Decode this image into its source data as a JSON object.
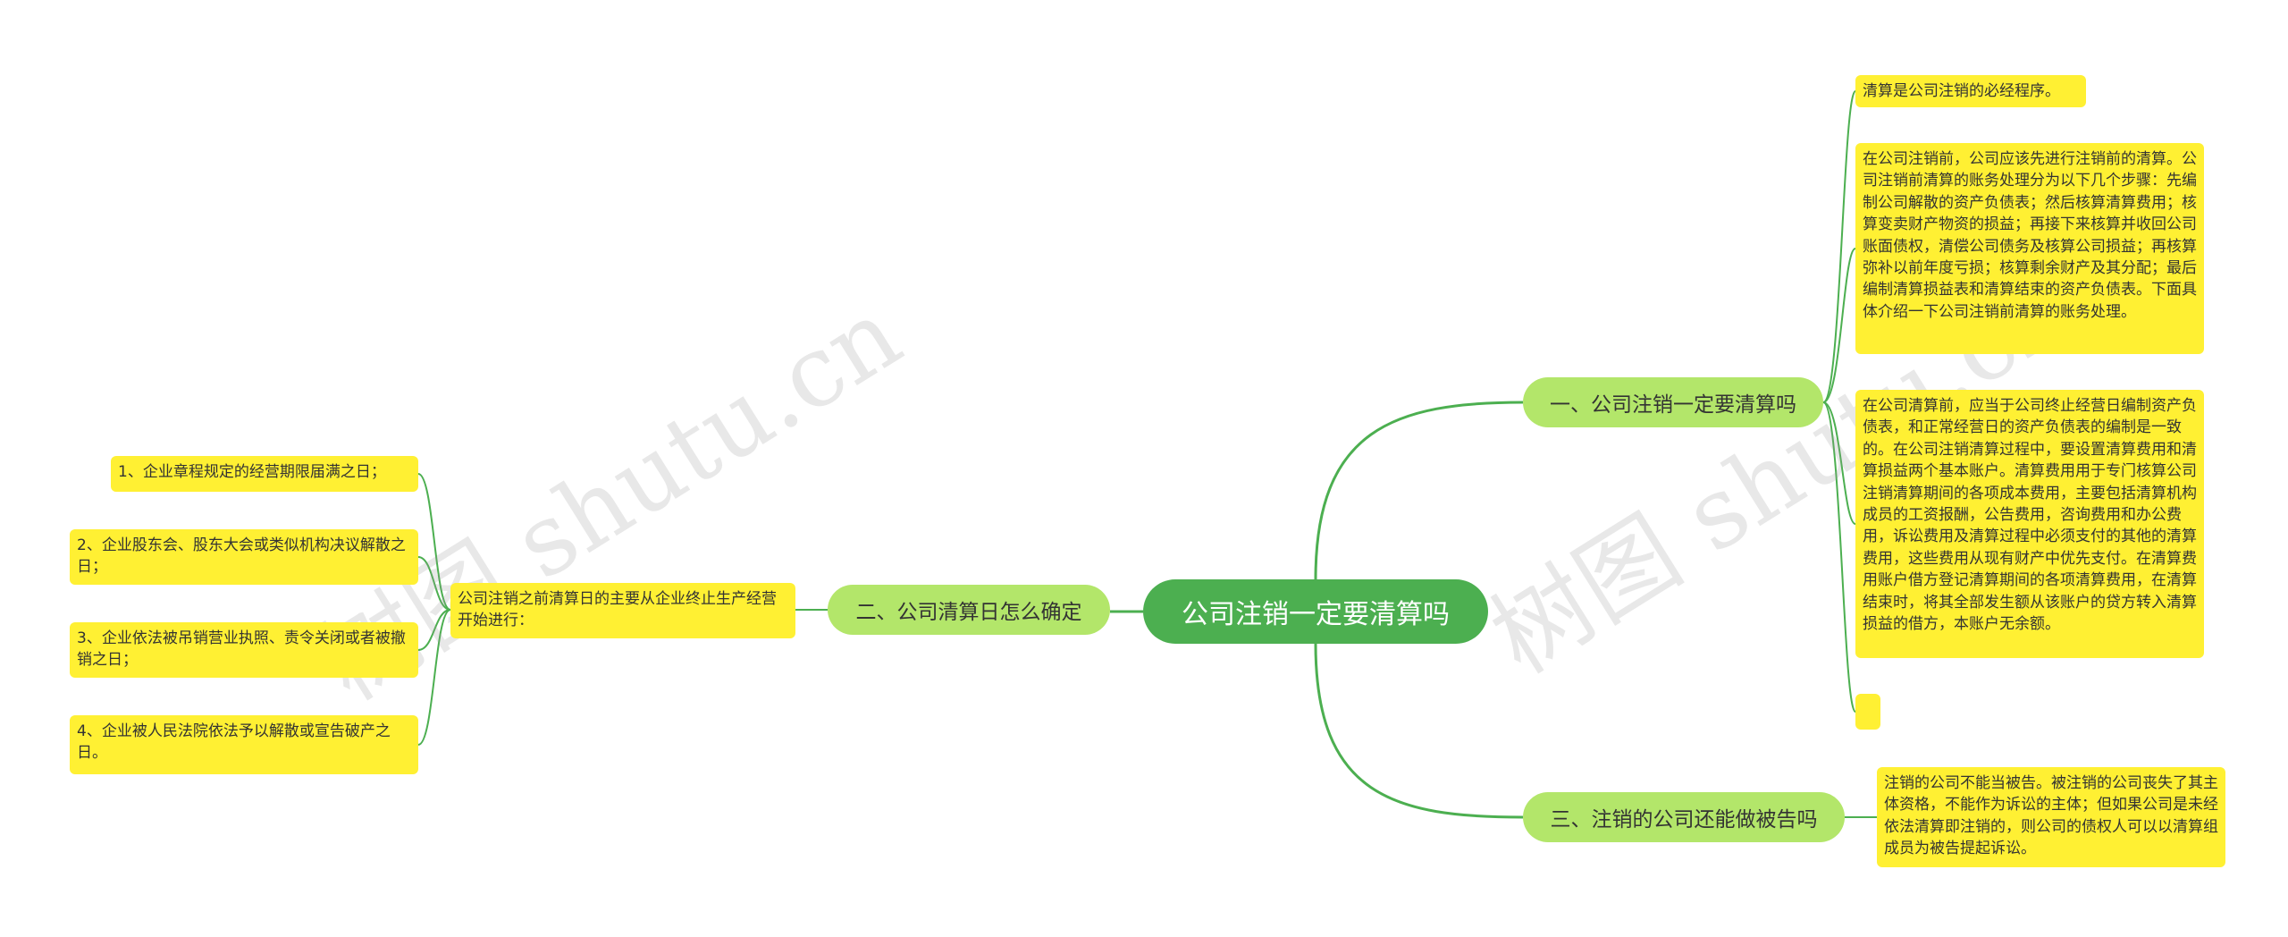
{
  "watermark": "树图 shutu.cn",
  "root": {
    "label": "公司注销一定要清算吗"
  },
  "branches": [
    {
      "label": "一、公司注销一定要清算吗"
    },
    {
      "label": "二、公司清算日怎么确定"
    },
    {
      "label": "三、注销的公司还能做被告吗"
    }
  ],
  "leaves": {
    "b1_1": "清算是公司注销的必经程序。",
    "b1_2": "在公司注销前，公司应该先进行注销前的清算。公司注销前清算的账务处理分为以下几个步骤：先编制公司解散的资产负债表；然后核算清算费用；核算变卖财产物资的损益；再接下来核算并收回公司账面债权，清偿公司债务及核算公司损益；再核算弥补以前年度亏损；核算剩余财产及其分配；最后编制清算损益表和清算结束的资产负债表。下面具体介绍一下公司注销前清算的账务处理。",
    "b1_3": "在公司清算前，应当于公司终止经营日编制资产负债表，和正常经营日的资产负债表的编制是一致的。在公司注销清算过程中，要设置清算费用和清算损益两个基本账户。清算费用用于专门核算公司注销清算期间的各项成本费用，主要包括清算机构成员的工资报酬，公告费用，咨询费用和办公费用，诉讼费用及清算过程中必须支付的其他的清算费用，这些费用从现有财产中优先支付。在清算费用账户借方登记清算期间的各项清算费用，在清算结束时，将其全部发生额从该账户的贷方转入清算损益的借方，本账户无余额。",
    "b1_4": "",
    "b2_mid": "公司注销之前清算日的主要从企业终止生产经营开始进行：",
    "b2_1": "1、企业章程规定的经营期限届满之日；",
    "b2_2": "2、企业股东会、股东大会或类似机构决议解散之日；",
    "b2_3": "3、企业依法被吊销营业执照、责令关闭或者被撤销之日；",
    "b2_4": "4、企业被人民法院依法予以解散或宣告破产之日。",
    "b3_1": "注销的公司不能当被告。被注销的公司丧失了其主体资格，不能作为诉讼的主体；但如果公司是未经依法清算即注销的，则公司的债权人可以以清算组成员为被告提起诉讼。"
  },
  "colors": {
    "root": "#4caf50",
    "branch": "#b3e66a",
    "leaf": "#fff033",
    "link": "#4caf50"
  }
}
